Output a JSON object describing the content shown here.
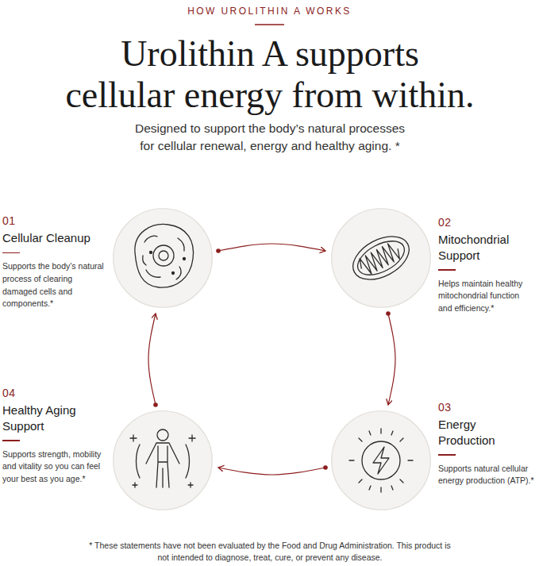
{
  "diagram": {
    "title": "Urolithin A supports cellular energy from within.",
    "caption": "* These statements have not been evaluated by the Food and Drug Administration. This product is not intended to diagnose, treat, cure, or prevent any disease.",
    "nodes": [
      {
        "text": [
          "01",
          "Cellular Cleanup",
          "Supports the body’s natural process of clearing damaged cells and components.*"
        ]
      },
      {
        "text": [
          "02",
          "Mitochondrial Support",
          "Helps maintain healthy mitochondrial function and efficiency.*"
        ]
      },
      {
        "text": [
          "03",
          "Energy Production",
          "Supports natural cellular energy production (ATP).*"
        ]
      },
      {
        "text": [
          "04",
          "Healthy Aging Support",
          "Supports strength, mobility and vitality so you can feel your best as you age.*"
        ]
      }
    ],
    "edges": [
      {
        "from": 0,
        "to": 1,
        "arrow": "to"
      },
      {
        "from": 1,
        "to": 2,
        "arrow": "to"
      },
      {
        "from": 2,
        "to": 3,
        "arrow": "to"
      },
      {
        "from": 3,
        "to": 0,
        "arrow": "to"
      }
    ],
    "labels": [
      "HOW UROLITHIN A WORKS",
      "Designed to support the body’s natural processes for cellular renewal, energy and healthy aging. *"
    ]
  }
}
